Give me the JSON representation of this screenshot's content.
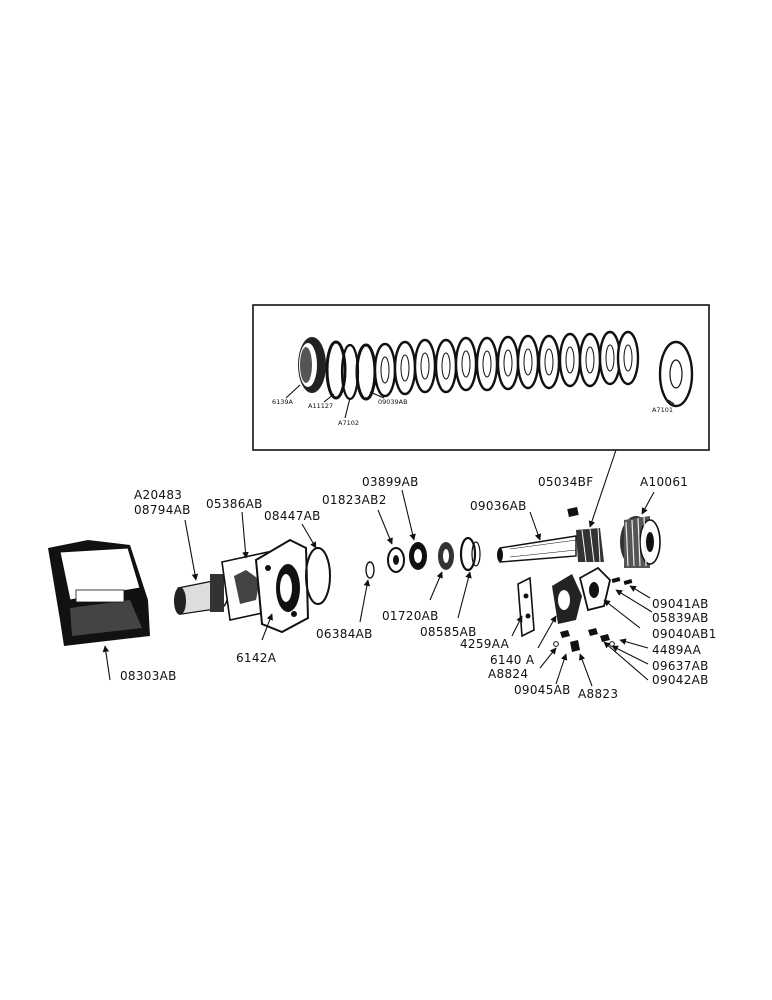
{
  "inset": {
    "labels": {
      "p6139A": "6139A",
      "pA11127": "A11127",
      "p09039AB": "09039AB",
      "pA7102": "A7102",
      "pA7101": "A7101"
    }
  },
  "parts": {
    "A20483": "A20483",
    "p08794AB": "08794AB",
    "p05386AB": "05386AB",
    "p08447AB": "08447AB",
    "p01823AB2": "01823AB2",
    "p03899AB": "03899AB",
    "p09036AB": "09036AB",
    "p05034BF": "05034BF",
    "A10061": "A10061",
    "p09041AB": "09041AB",
    "p05839AB": "05839AB",
    "p09040AB1": "09040AB1",
    "p4489AA": "4489AA",
    "p09637AB": "09637AB",
    "p09042AB": "09042AB",
    "A8823": "A8823",
    "p09045AB": "09045AB",
    "A8824": "A8824",
    "p6140A": "6140 A",
    "p4259AA": "4259AA",
    "p08585AB": "08585AB",
    "p01720AB": "01720AB",
    "p06384AB": "06384AB",
    "p6142A": "6142A",
    "p08303AB": "08303AB"
  }
}
